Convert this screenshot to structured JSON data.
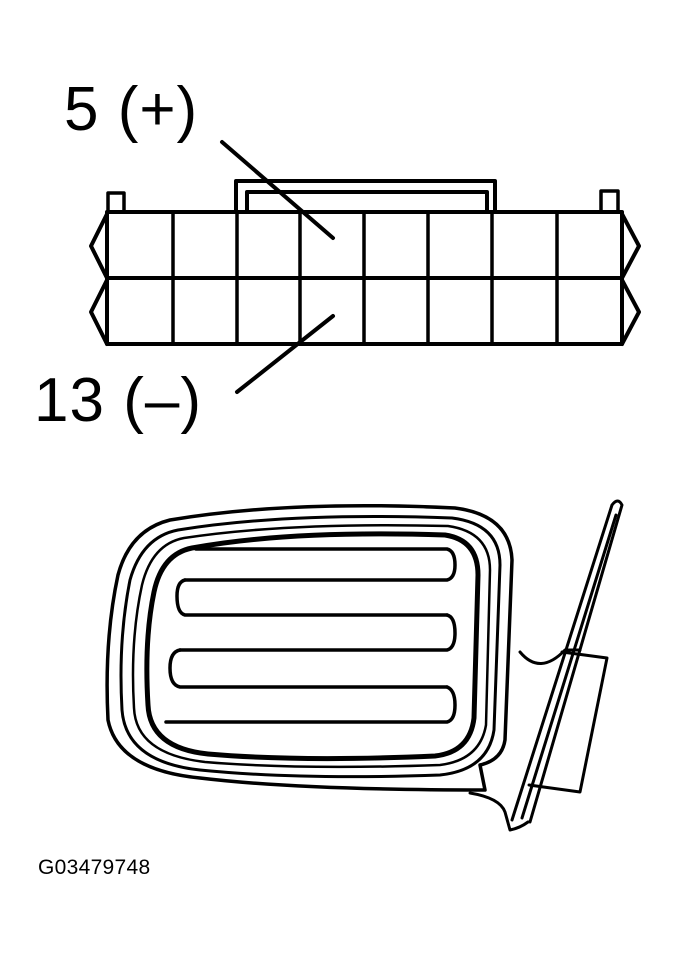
{
  "diagram": {
    "type": "connector-pinout-with-component",
    "connector": {
      "rows": 2,
      "columns": 8,
      "pin_callouts": [
        {
          "pin": "5",
          "polarity": "+",
          "label": "5 (+)",
          "row": 1,
          "column": 4
        },
        {
          "pin": "13",
          "polarity": "–",
          "label": "13 (–)",
          "row": 2,
          "column": 4
        }
      ]
    },
    "component": {
      "name": "outside rear-view mirror",
      "view": "side illustration"
    },
    "figure_id": "G03479748"
  },
  "colors": {
    "line": "#000000",
    "background": "#ffffff"
  }
}
